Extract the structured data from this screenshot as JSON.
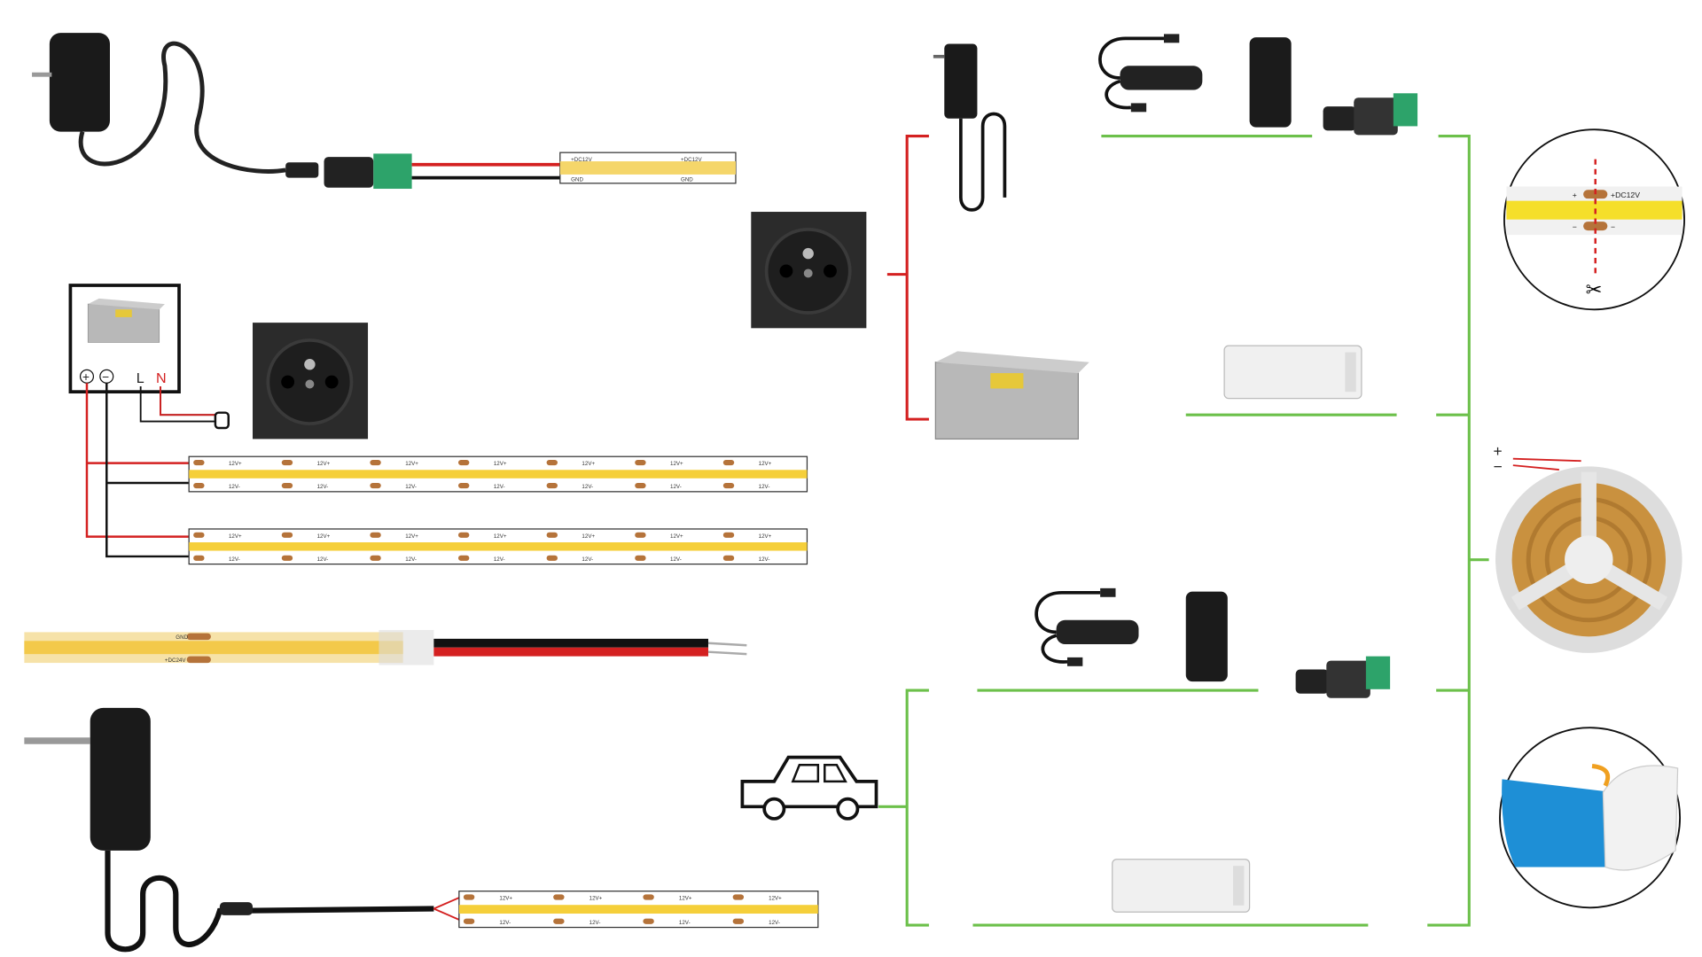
{
  "colors": {
    "green": "#6cc04a",
    "red": "#d42020",
    "strip_yellow": "#f5cf3a",
    "pad": "#b5733a",
    "blue": "#1e8fd6"
  },
  "top_strip": {
    "plus": "+DC12V",
    "minus": "GND"
  },
  "psu_box": {
    "plus": "+",
    "minus": "−",
    "live": "L",
    "neutral": "N"
  },
  "strip_labels": {
    "plus": "12V+",
    "minus": "12V-"
  },
  "cob_strip": {
    "plus": "+DC24V",
    "minus": "GND"
  },
  "cut_detail": {
    "plus": "+",
    "minus": "−",
    "voltage": "+DC12V",
    "plus_right": "+DC12V",
    "minus_right": "−"
  },
  "reel": {
    "plus": "+",
    "minus": "−"
  }
}
